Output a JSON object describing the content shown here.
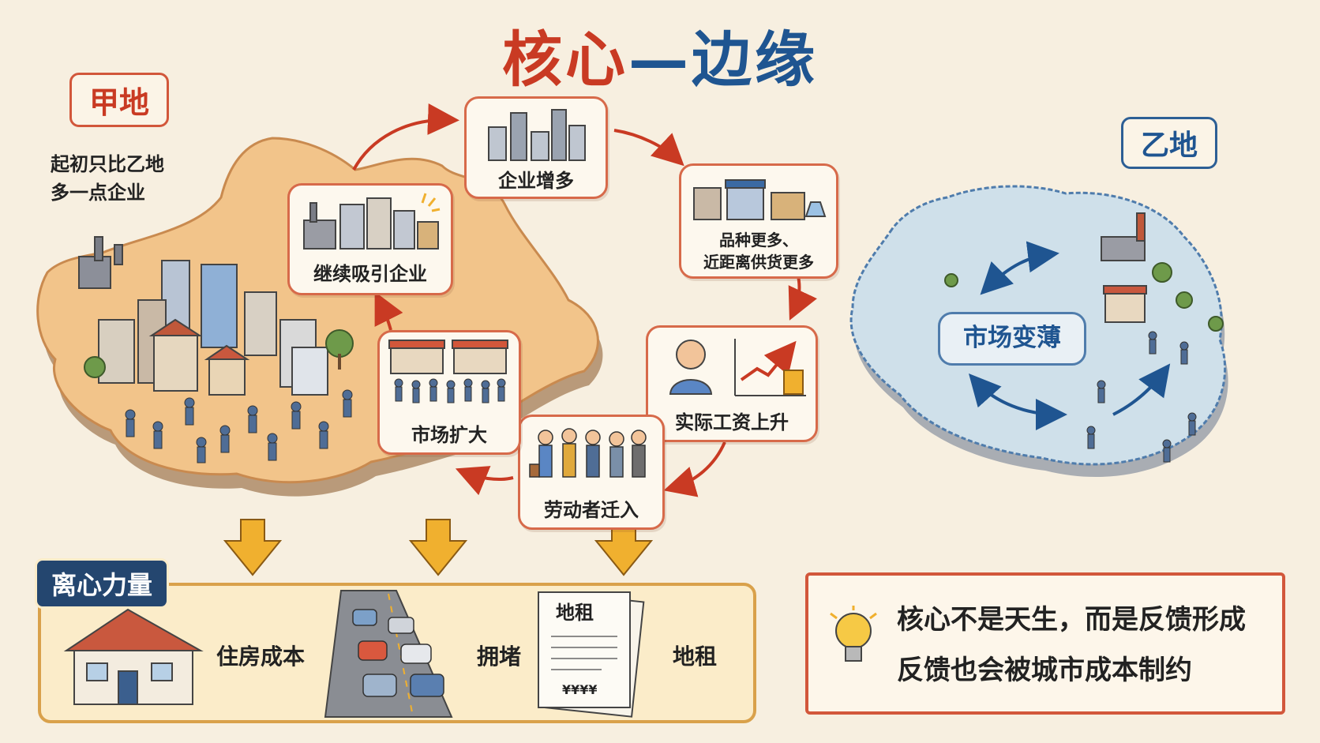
{
  "title": {
    "part1": "核心",
    "part2": "—边缘"
  },
  "region_a": {
    "tag": "甲地",
    "note_line1": "起初只比乙地",
    "note_line2": "多一点企业"
  },
  "region_b": {
    "tag": "乙地",
    "market_label": "市场变薄"
  },
  "cycle": [
    {
      "label": "企业增多"
    },
    {
      "label_line1": "品种更多、",
      "label_line2": "近距离供货更多"
    },
    {
      "label": "实际工资上升"
    },
    {
      "label": "劳动者迁入"
    },
    {
      "label": "市场扩大"
    },
    {
      "label": "继续吸引企业"
    }
  ],
  "centrifugal": {
    "title": "离心力量",
    "items": [
      {
        "label": "住房成本",
        "icon": "house-icon"
      },
      {
        "label": "拥堵",
        "icon": "traffic-jam-icon"
      },
      {
        "label": "地租",
        "icon": "rent-document-icon"
      }
    ],
    "document_title": "地租",
    "document_amount": "¥¥¥¥"
  },
  "conclusion": {
    "line1": "核心不是天生，而是反馈形成",
    "line2": "反馈也会被城市成本制约",
    "icon": "lightbulb-icon"
  },
  "colors": {
    "accent_red": "#c93a23",
    "accent_blue": "#1f5591",
    "region_a_fill": "#f2c48a",
    "region_b_fill": "#cfe0ea",
    "arrow_yellow": "#f0b02f"
  }
}
